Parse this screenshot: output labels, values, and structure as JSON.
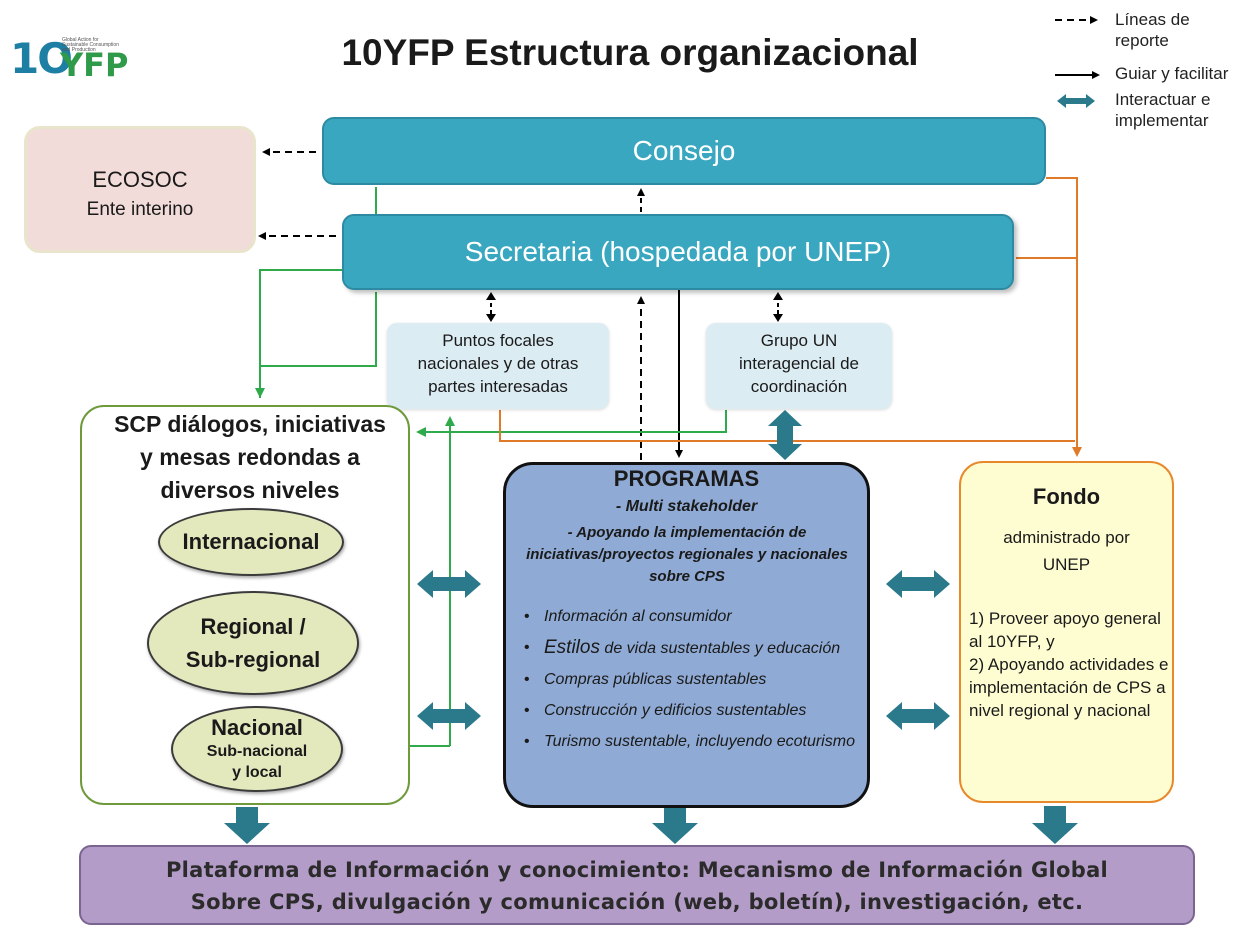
{
  "title": "10YFP Estructura organizacional",
  "logo": {
    "text": "10YFP",
    "tagline": "Global Action for Sustainable Consumption and Production",
    "icon": "10yfp-logo"
  },
  "legend": [
    {
      "label_line1": "Líneas de",
      "label_line2": "reporte",
      "style": "dashed-arrow"
    },
    {
      "label_line1": "Guiar y facilitar",
      "label_line2": "",
      "style": "solid-arrow"
    },
    {
      "label_line1": "Interactuar e",
      "label_line2": "implementar",
      "style": "double-arrow"
    }
  ],
  "nodes": {
    "consejo": "Consejo",
    "secretaria": "Secretaria (hospedada por UNEP)",
    "ecosoc": {
      "line1": "ECOSOC",
      "line2": "Ente interino"
    },
    "puntos_focales": {
      "line1": "Puntos focales",
      "line2": "nacionales y de otras",
      "line3": "partes interesadas"
    },
    "grupo_un": {
      "line1": "Grupo UN",
      "line2": "interagencial de",
      "line3": "coordinación"
    },
    "scp": {
      "title_line1": "SCP diálogos, iniciativas",
      "title_line2": "y mesas redondas a",
      "title_line3": "diversos niveles",
      "internacional": "Internacional",
      "regional_line1": "Regional /",
      "regional_line2": "Sub-regional",
      "nacional": "Nacional",
      "subnacional_line1": "Sub-nacional",
      "subnacional_line2": "y local"
    },
    "programas": {
      "title": "PROGRAMAS",
      "sub1": "- Multi stakeholder",
      "sub2_line1": "- Apoyando la implementación de",
      "sub2_line2": "iniciativas/proyectos regionales y nacionales",
      "sub2_line3": "sobre CPS",
      "items": [
        {
          "first": "Información al consumidor",
          "rest": ""
        },
        {
          "first": "Estilos",
          "rest": " de vida sustentables y educación"
        },
        {
          "first": "Compras públicas sustentables",
          "rest": ""
        },
        {
          "first": "Construcción y edificios sustentables",
          "rest": ""
        },
        {
          "first": "Turismo sustentable, incluyendo ecoturismo",
          "rest": ""
        }
      ]
    },
    "fondo": {
      "title": "Fondo",
      "sub_line1": "administrado por",
      "sub_line2": "UNEP",
      "item1": "1) Proveer apoyo general al 10YFP, y",
      "item2": "2) Apoyando actividades e implementación de CPS a nivel regional y nacional"
    },
    "plataforma": {
      "line1": "Plataforma de Información y conocimiento:  Mecanismo de Información Global",
      "line2": "Sobre CPS, divulgación y comunicación (web, boletín), investigación, etc."
    }
  },
  "colors": {
    "teal_box": "#3aa7c0",
    "ecosoc_fill": "#f2dcd9",
    "light_blue_box": "#dcecf3",
    "scp_border": "#6f9a3c",
    "ellipse_fill": "#e3e8bd",
    "programas_fill": "#8faad4",
    "fondo_fill": "#fefdd2",
    "fondo_border": "#e8892b",
    "plataforma_fill": "#b49cc8",
    "orange_line": "#e07a28",
    "green_line": "#2eaa4a",
    "double_arrow": "#2b7a8c"
  }
}
